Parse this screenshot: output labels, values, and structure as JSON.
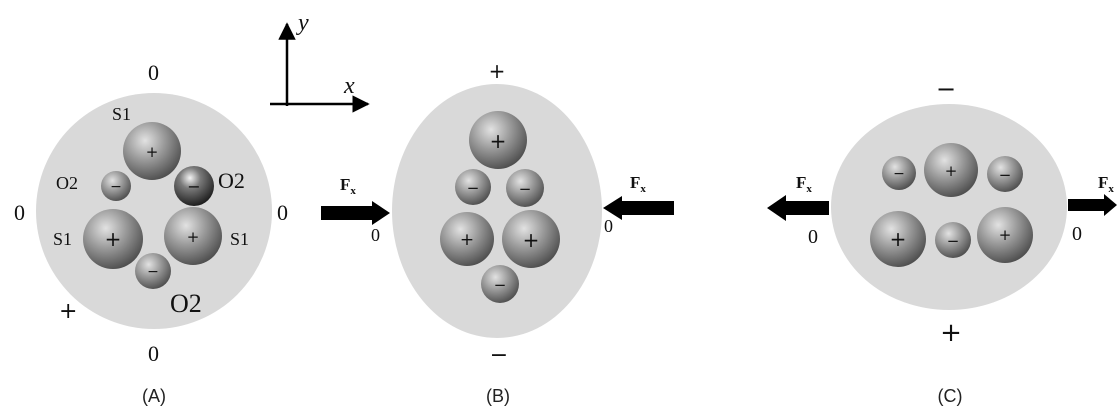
{
  "axes": {
    "y_label": "y",
    "x_label": "x"
  },
  "panel_a": {
    "caption": "(A)",
    "top_zero": "0",
    "bottom_zero": "0",
    "left_zero": "0",
    "right_zero": "0",
    "plus_sign": "+",
    "label_s1_top": "S1",
    "label_s1_left": "S1",
    "label_s1_right": "S1",
    "label_o2_left": "O2",
    "label_o2_right": "O2",
    "label_o2_bottom": "O2"
  },
  "panel_b": {
    "caption": "(B)",
    "top_sign": "+",
    "bottom_sign": "−",
    "force_left": "F",
    "force_left_sub": "x",
    "force_right": "F",
    "force_right_sub": "x",
    "zero_left": "0",
    "zero_right": "0"
  },
  "panel_c": {
    "caption": "(C)",
    "top_sign": "−",
    "bottom_sign": "+",
    "force_left": "F",
    "force_left_sub": "x",
    "force_right": "F",
    "force_right_sub": "x",
    "zero_left": "0",
    "zero_right": "0"
  },
  "sphere_signs": {
    "plus": "+",
    "minus": "−"
  },
  "colors": {
    "cell_fill": "#d9d9d9",
    "sphere_light": "#d6d6d6",
    "sphere_dark": "#4a4a4a",
    "arrow": "#000000"
  }
}
